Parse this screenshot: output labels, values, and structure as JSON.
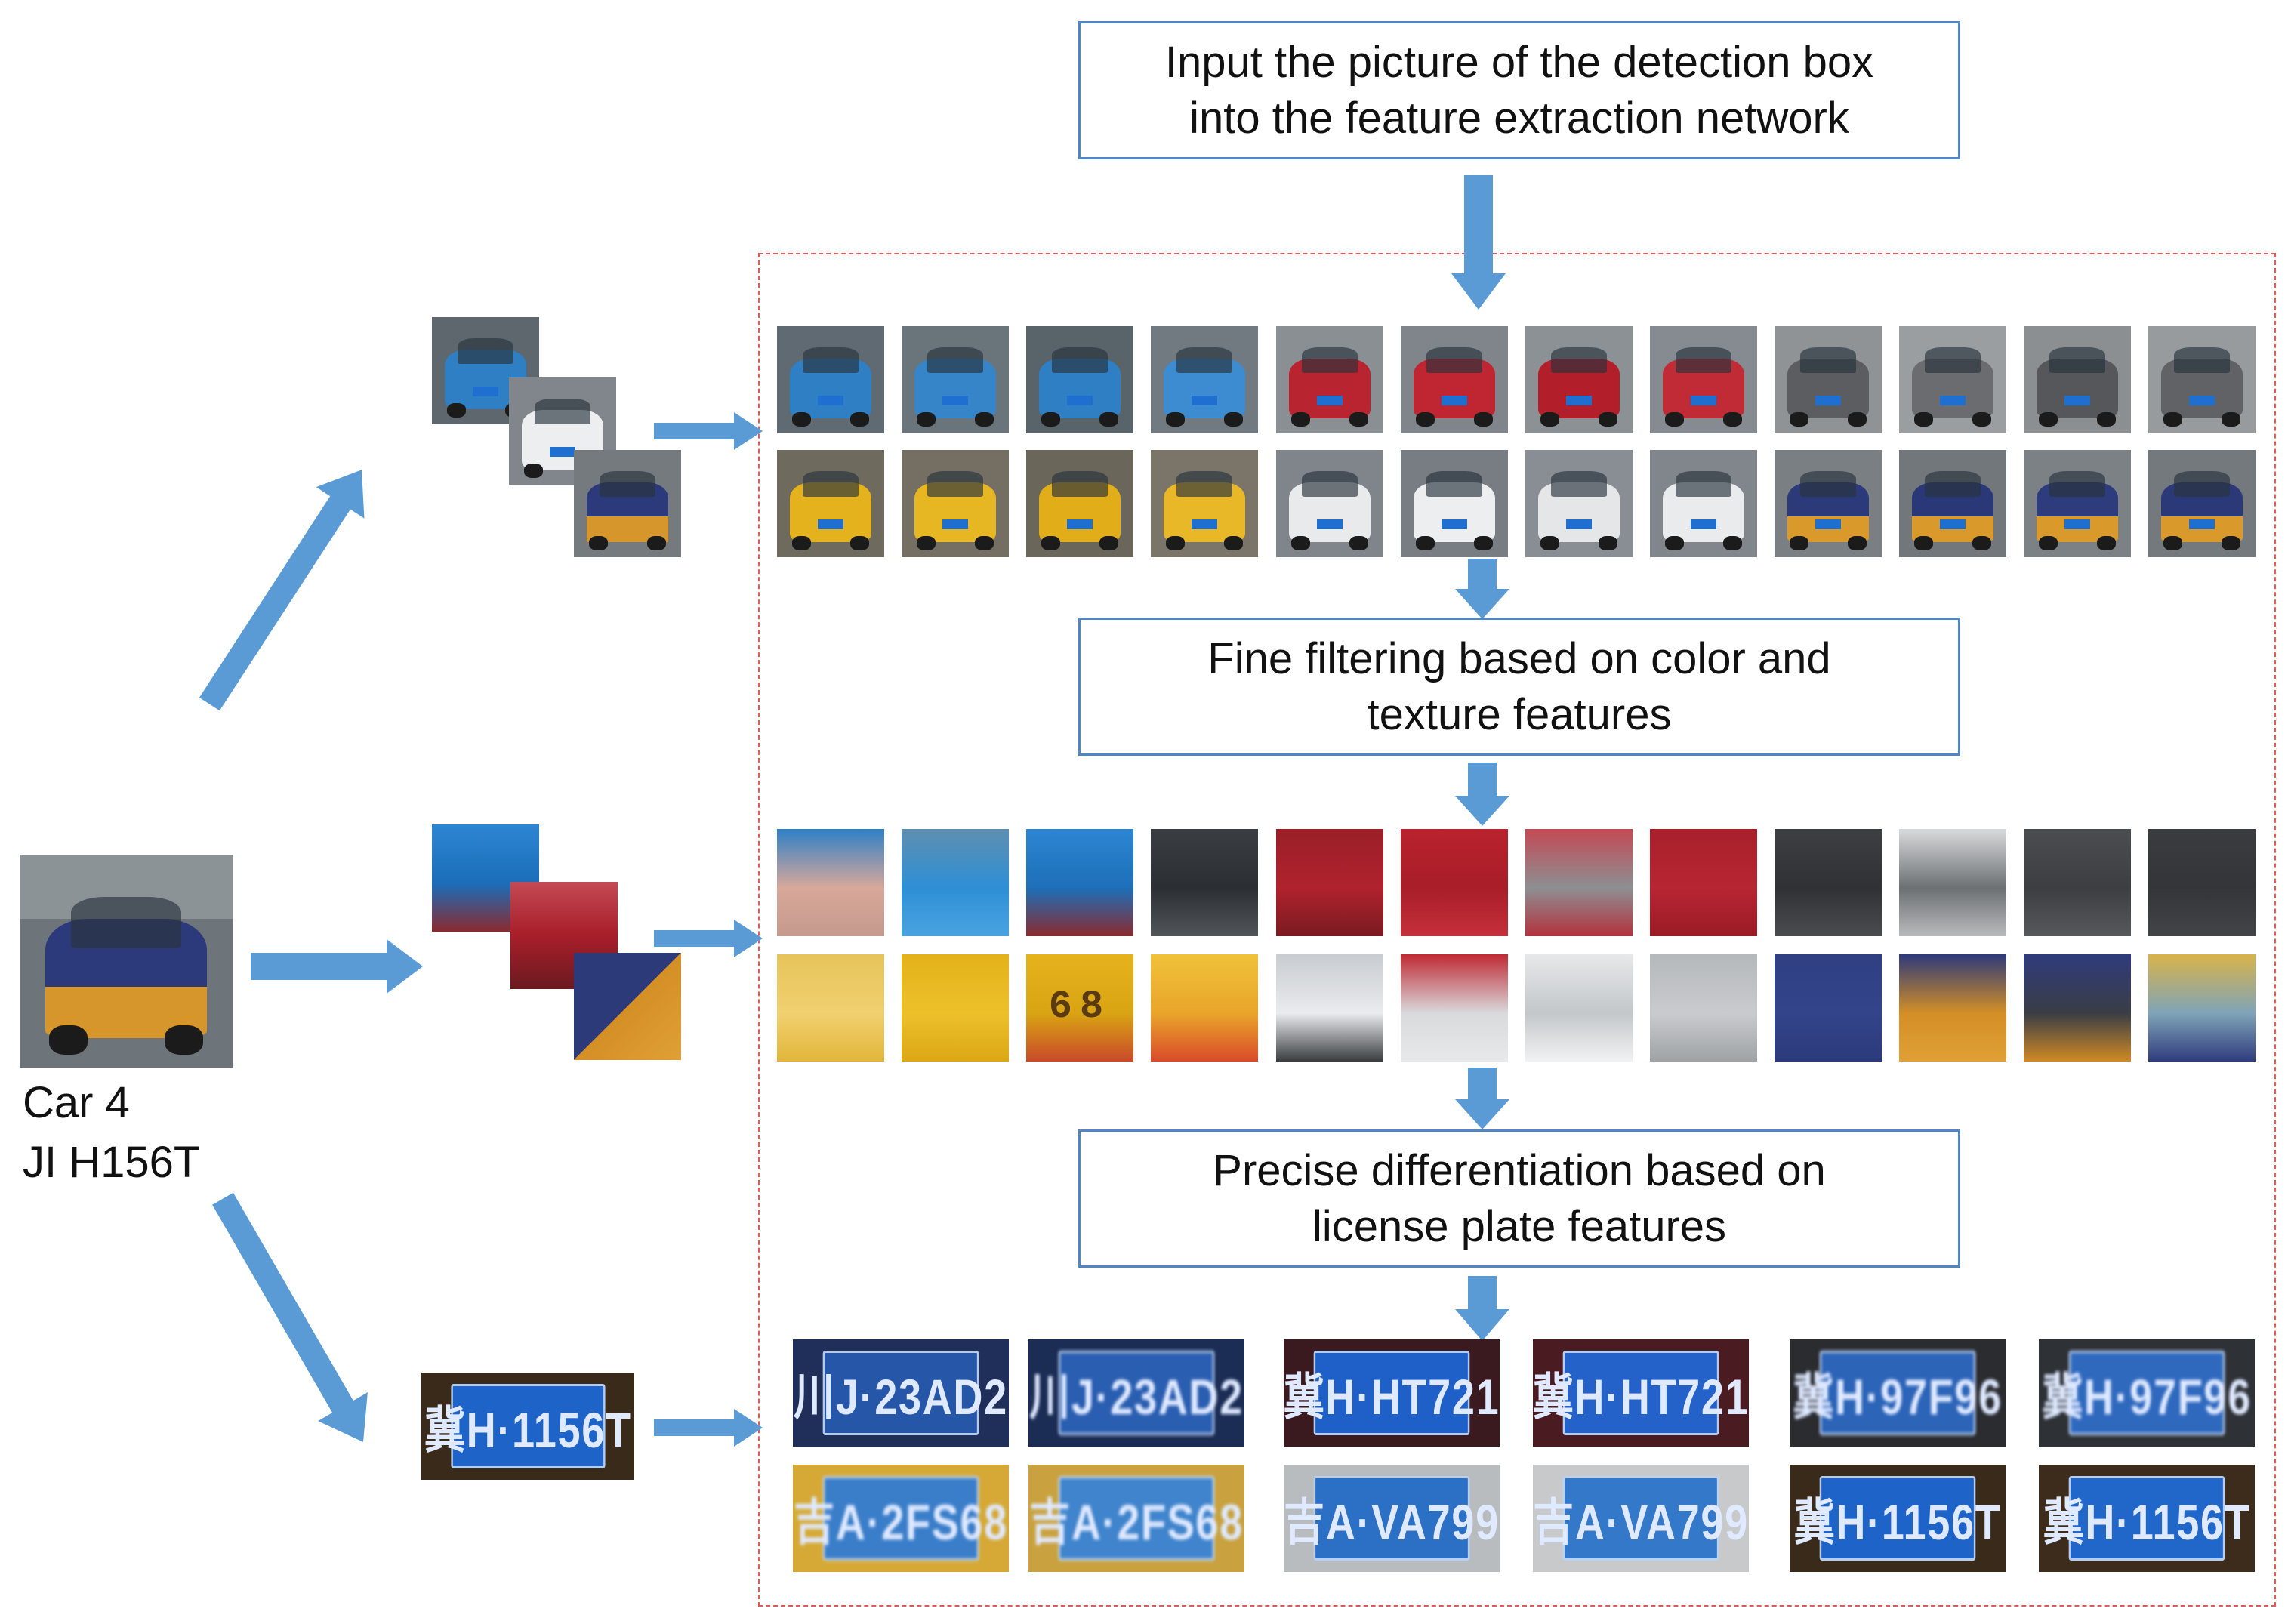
{
  "colors": {
    "arrow": "#5b9bd5",
    "box_border": "#4f86c6",
    "region_border": "#e05a5a",
    "text": "#111111",
    "plate_blue": "#1f6fd0"
  },
  "boxes": {
    "input": "Input the picture of the detection box\ninto the feature extraction network",
    "fine": "Fine filtering based on color and\ntexture features",
    "precise": "Precise differentiation based on\nlicense plate features"
  },
  "query": {
    "car_label": "Car 4",
    "plate_text": "JI H156T"
  },
  "query_plate_crop": "冀H·1156T",
  "gallery_row1": [
    {
      "body": "#2f7fc4",
      "bg": "#5f6a72"
    },
    {
      "body": "#3585c8",
      "bg": "#6a747b"
    },
    {
      "body": "#2f7fc4",
      "bg": "#59636a"
    },
    {
      "body": "#3d8bd0",
      "bg": "#707a80"
    },
    {
      "body": "#b8242f",
      "bg": "#8a8f94"
    },
    {
      "body": "#c02631",
      "bg": "#7f858a"
    },
    {
      "body": "#b21f2b",
      "bg": "#8c9196"
    },
    {
      "body": "#c12b35",
      "bg": "#858b90"
    },
    {
      "body": "#5b5d60",
      "bg": "#8f9396"
    },
    {
      "body": "#6a6c6f",
      "bg": "#9a9ea1"
    },
    {
      "body": "#55575a",
      "bg": "#8b8f92"
    },
    {
      "body": "#606265",
      "bg": "#979b9e"
    }
  ],
  "gallery_row2": [
    {
      "body": "#e3b21c",
      "bg": "#6f6a5e"
    },
    {
      "body": "#e7b623",
      "bg": "#746f62"
    },
    {
      "body": "#e1ad18",
      "bg": "#6b665a"
    },
    {
      "body": "#e9b828",
      "bg": "#7a7568"
    },
    {
      "body": "#e8eaec",
      "bg": "#7f858a"
    },
    {
      "body": "#eceef0",
      "bg": "#777d82"
    },
    {
      "body": "#e4e6e8",
      "bg": "#888e93"
    },
    {
      "body": "#e9ebed",
      "bg": "#80868b"
    },
    {
      "body": "#2d3a7a",
      "bg": "#7a7f84",
      "accent": "#d99a2b"
    },
    {
      "body": "#2b3878",
      "bg": "#72777c",
      "accent": "#d99a2b"
    },
    {
      "body": "#2e3b7c",
      "bg": "#7c8186",
      "accent": "#d99a2b"
    },
    {
      "body": "#2c3979",
      "bg": "#74797e",
      "accent": "#d99a2b"
    }
  ],
  "patches_row1": [
    {
      "top": "#2f80c6",
      "mid": "#d8a89a",
      "bottom": "#c49a8c"
    },
    {
      "top": "#5e8fb0",
      "mid": "#2e8fd6",
      "bottom": "#4aa3e0"
    },
    {
      "top": "#2d86d2",
      "mid": "#1d6fb8",
      "bottom": "#8a2a2e"
    },
    {
      "top": "#3a3e42",
      "mid": "#2b2f33",
      "bottom": "#50555a"
    },
    {
      "top": "#9a1f28",
      "mid": "#b0222d",
      "bottom": "#7a1a21"
    },
    {
      "top": "#b9222e",
      "mid": "#a81e29",
      "bottom": "#c4303b"
    },
    {
      "top": "#c44a55",
      "mid": "#8d8f92",
      "bottom": "#b3323d"
    },
    {
      "top": "#a8202b",
      "mid": "#b72632",
      "bottom": "#9b1c26"
    },
    {
      "top": "#3d3f42",
      "mid": "#2f3134",
      "bottom": "#4a4c4f"
    },
    {
      "top": "#d8dadc",
      "mid": "#6d7073",
      "bottom": "#b8babc"
    },
    {
      "top": "#4b4d50",
      "mid": "#3c3e41",
      "bottom": "#56585b"
    },
    {
      "top": "#3a3c3f",
      "mid": "#333538",
      "bottom": "#424447"
    }
  ],
  "patches_row2": [
    {
      "top": "#e7c45a",
      "mid": "#f0d070",
      "bottom": "#e2b63a"
    },
    {
      "top": "#e4b21a",
      "mid": "#edc02a",
      "bottom": "#dba815"
    },
    {
      "top": "#e6b31d",
      "mid": "#d9a413",
      "bottom": "#c9492a",
      "text": "68"
    },
    {
      "top": "#f0c23a",
      "mid": "#e9a52a",
      "bottom": "#d94a2a"
    },
    {
      "top": "#c9ccd0",
      "mid": "#e9ebee",
      "bottom": "#3a3d40"
    },
    {
      "top": "#c02a35",
      "mid": "#d8dadc",
      "bottom": "#e8e9ea"
    },
    {
      "top": "#e6e8ea",
      "mid": "#c4c7ca",
      "bottom": "#f1f2f3"
    },
    {
      "top": "#b5b8bb",
      "mid": "#c9cbce",
      "bottom": "#9fa2a5"
    },
    {
      "top": "#2f3f82",
      "mid": "#34448a",
      "bottom": "#2a3a7a"
    },
    {
      "top": "#2d3a7a",
      "mid": "#d48f26",
      "bottom": "#e0a035"
    },
    {
      "top": "#2f3c7d",
      "mid": "#3a3d45",
      "bottom": "#d08a25"
    },
    {
      "top": "#d9b34a",
      "mid": "#7fa4b8",
      "bottom": "#2f3c7d"
    }
  ],
  "plates_row1": [
    {
      "text": "川J·23AD2",
      "frame": "#1f2f5a",
      "face": "#2656a8",
      "blur": false
    },
    {
      "text": "川J·23AD2",
      "frame": "#1b2d55",
      "face": "#2a5eb0",
      "blur": true
    },
    {
      "text": "冀H·HT721",
      "frame": "#3a1a1e",
      "face": "#1f5fc8",
      "blur": false
    },
    {
      "text": "冀H·HT721",
      "frame": "#4a1c22",
      "face": "#2462c9",
      "blur": false
    },
    {
      "text": "冀H·97F96",
      "frame": "#2a2c30",
      "face": "#2c64b8",
      "blur": true
    },
    {
      "text": "冀H·97F96",
      "frame": "#2e3136",
      "face": "#2f69be",
      "blur": true
    }
  ],
  "plates_row2": [
    {
      "text": "吉A·2FS68",
      "frame": "#d6a936",
      "face": "#3a7ec9",
      "blur": true
    },
    {
      "text": "吉A·2FS68",
      "frame": "#c9a23f",
      "face": "#3f84cc",
      "blur": true
    },
    {
      "text": "吉A·VA799",
      "frame": "#b9bcbf",
      "face": "#2c70c6",
      "blur": false
    },
    {
      "text": "吉A·VA799",
      "frame": "#c7c9cb",
      "face": "#3478c9",
      "blur": false
    },
    {
      "text": "冀H·1156T",
      "frame": "#3a2a1a",
      "face": "#1e63c7",
      "blur": false
    },
    {
      "text": "冀H·1156T",
      "frame": "#3d2c1c",
      "face": "#2166c9",
      "blur": false
    }
  ]
}
